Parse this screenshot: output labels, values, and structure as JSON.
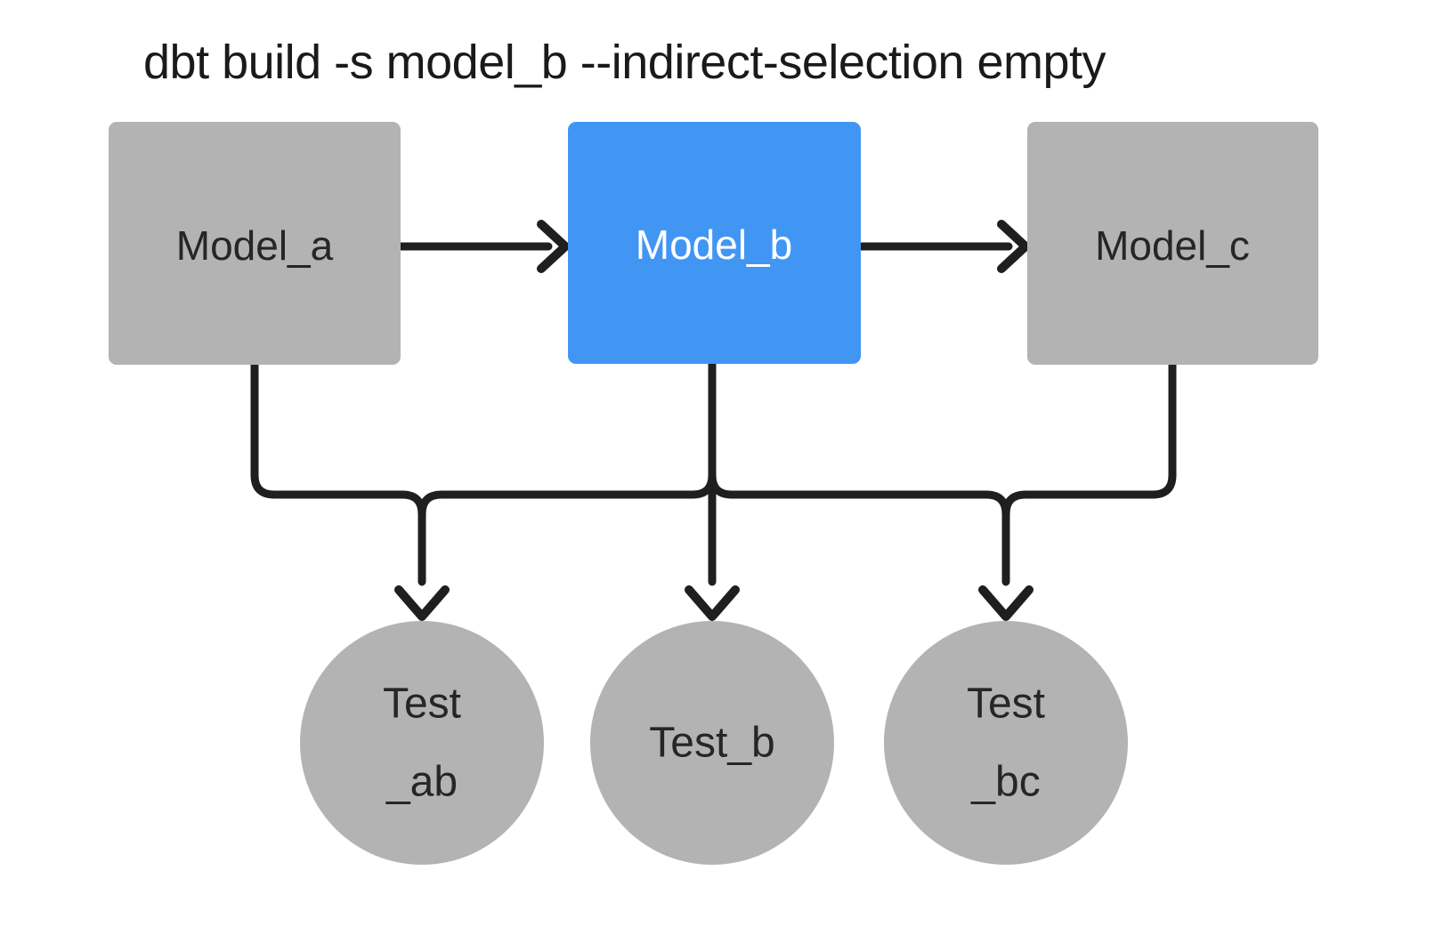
{
  "title": "dbt build -s model_b --indirect-selection empty",
  "colors": {
    "node_gray": "#b3b3b3",
    "selected_blue": "#4296f3",
    "edge": "#1f1f1f",
    "text_dark": "#262626",
    "text_light": "#ffffff",
    "background": "#ffffff"
  },
  "models": {
    "model_a": {
      "label": "Model_a",
      "selected": "false"
    },
    "model_b": {
      "label": "Model_b",
      "selected": "true"
    },
    "model_c": {
      "label": "Model_c",
      "selected": "false"
    }
  },
  "tests": {
    "test_ab": {
      "lines": [
        "Test",
        "_ab"
      ]
    },
    "test_b": {
      "lines": [
        "Test_b"
      ]
    },
    "test_bc": {
      "lines": [
        "Test",
        "_bc"
      ]
    }
  },
  "edges": [
    {
      "from": "model_a",
      "to": "model_b"
    },
    {
      "from": "model_b",
      "to": "model_c"
    },
    {
      "from": "model_a",
      "to": "test_ab"
    },
    {
      "from": "model_b",
      "to": "test_ab"
    },
    {
      "from": "model_b",
      "to": "test_b"
    },
    {
      "from": "model_b",
      "to": "test_bc"
    },
    {
      "from": "model_c",
      "to": "test_bc"
    }
  ]
}
